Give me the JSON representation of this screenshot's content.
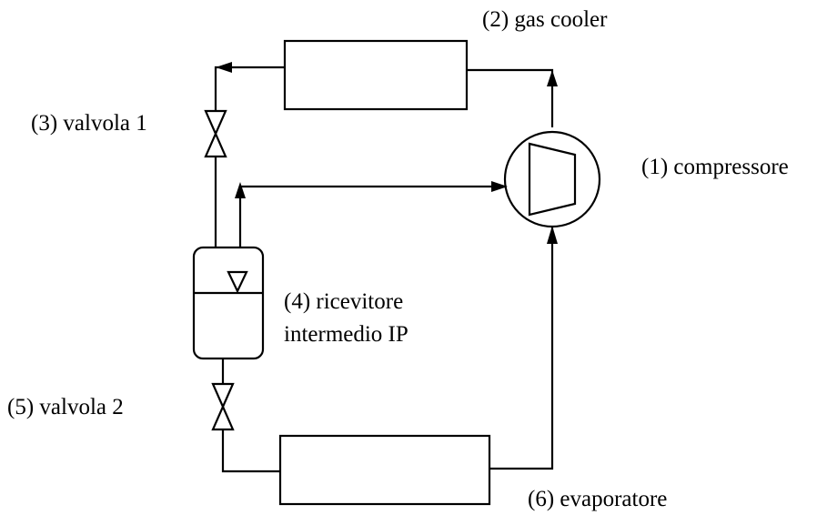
{
  "diagram": {
    "labels": {
      "gas_cooler": "(2) gas cooler",
      "valve1": "(3) valvola 1",
      "compressor": "(1) compressore",
      "receiver_line1": "(4) ricevitore",
      "receiver_line2": "intermedio IP",
      "valve2": "(5) valvola 2",
      "evaporator": "(6) evaporatore"
    },
    "colors": {
      "stroke": "#000000",
      "background": "#ffffff"
    }
  }
}
